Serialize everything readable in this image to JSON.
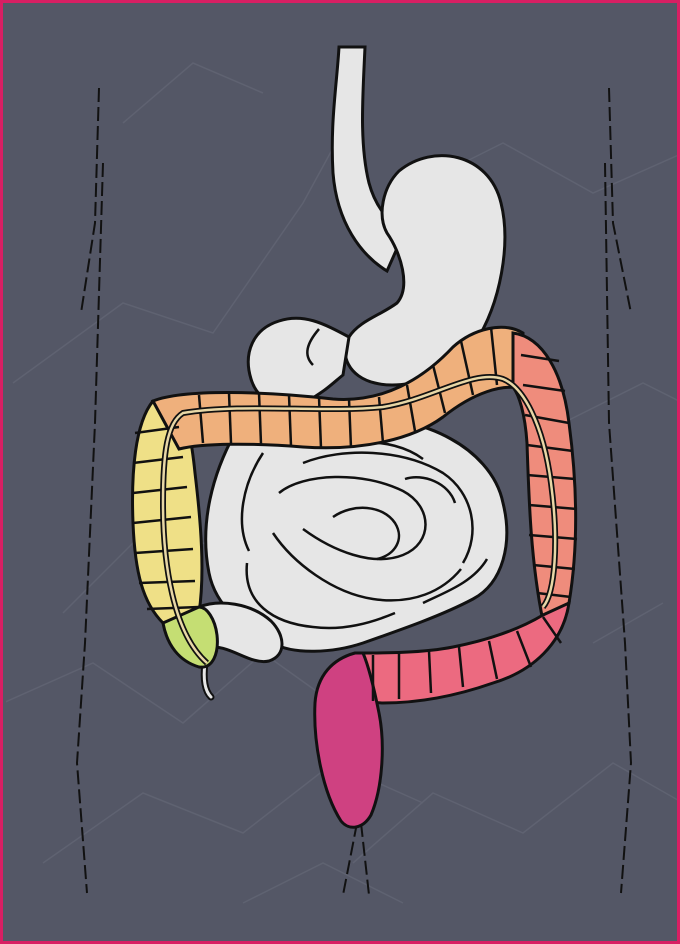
{
  "diagram": {
    "background_color": "#545766",
    "frame_color": "#d81f63",
    "organ_fill": "#e6e6e6",
    "outline_color": "#111111",
    "segments": [
      {
        "id": "cecum",
        "color": "#c5de73"
      },
      {
        "id": "ascending-colon",
        "color": "#efe087"
      },
      {
        "id": "transverse-colon",
        "color": "#efb07c"
      },
      {
        "id": "descending-colon",
        "color": "#ef8c7c"
      },
      {
        "id": "sigmoid-colon",
        "color": "#ec6a80"
      },
      {
        "id": "rectum",
        "color": "#cf4181"
      }
    ]
  }
}
